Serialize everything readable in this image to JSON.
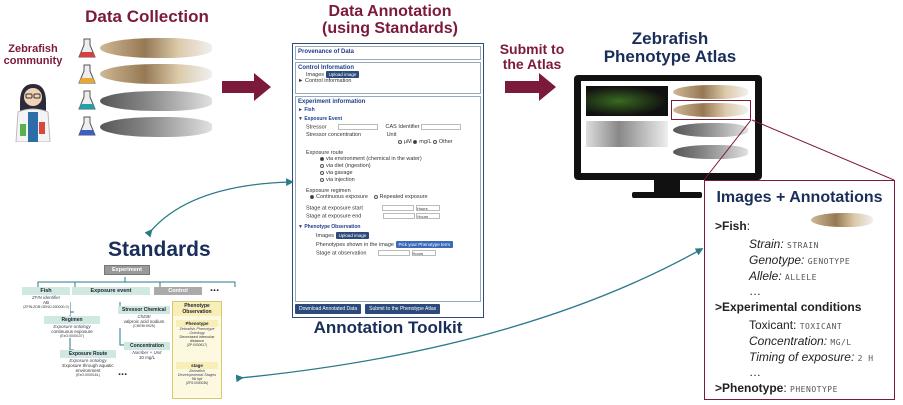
{
  "titles": {
    "data_collection": "Data Collection",
    "data_annotation_line1": "Data Annotation",
    "data_annotation_line2": "(using Standards)",
    "submit_line1": "Submit to",
    "submit_line2": "the Atlas",
    "atlas_line1": "Zebrafish",
    "atlas_line2": "Phenotype Atlas",
    "community_line1": "Zebrafish",
    "community_line2": "community",
    "standards": "Standards",
    "annotation_toolkit": "Annotation Toolkit",
    "images_annotations": "Images + Annotations"
  },
  "toolkit": {
    "provenance": "Provenance of Data",
    "control_info": "Control Information",
    "images_label": "Images",
    "upload_image": "Upload image",
    "control_info_toggle": "Control information",
    "experiment_info": "Experiment information",
    "fish": "Fish",
    "exposure_event": "Exposure Event",
    "stressor": "Stressor",
    "cas_identifier": "CAS Identifier",
    "stressor_concentration": "Stressor concentration",
    "unit": "Unit",
    "unit_options": [
      "μM",
      "mg/L",
      "Other"
    ],
    "exposure_route": "Exposure route",
    "routes": [
      "via environment (chemical in the water)",
      "via diet (ingestion)",
      "via gavage",
      "via injection"
    ],
    "exposure_regimen": "Exposure regimen",
    "regimens": [
      "Continuous exposure",
      "Repeated exposure"
    ],
    "stage_start": "Stage at exposure start",
    "stage_end": "Stage at exposure end",
    "hours": "Hours",
    "phenotype_observation": "Phenotype Observation",
    "upload_image2": "Upload image",
    "phenotypes_shown": "Phenotypes shown in the image",
    "pick_term": "Pick your Phenotype term",
    "stage_observation": "Stage at observation",
    "download_btn": "Download Annotated Data",
    "submit_btn": "Submit to the Phenotype Atlas"
  },
  "standards_tree": {
    "root": "Experiment",
    "fish": {
      "head": "Fish",
      "l1": "ZFIN identifier",
      "l2": "AB",
      "l3": "(ZFIN:ZDB-GENO-000000-0)"
    },
    "exposure_event": "Exposure event",
    "control": "Control",
    "ellipsis": "...",
    "regimen": {
      "head": "Regimen",
      "l1": "Exposure ontology",
      "l2": "continuous exposure",
      "l3": "(ExO:0000107)"
    },
    "exposure_route": {
      "head": "Exposure Route",
      "l1": "Exposure ontology",
      "l2": "Exposure through aquatic environment",
      "l3": "(ExO:0000161)"
    },
    "stressor": {
      "head": "Stressor Chemical",
      "l1": "ChEBI",
      "l2": "valproic acid sodium",
      "l3": "(CHEBI:9925)"
    },
    "concentration": {
      "head": "Concentration",
      "l1": "Number + Unit",
      "l2": "10 mg/L"
    },
    "phenotype_obs": "Phenotype Observation",
    "phenotype": {
      "head": "Phenotype",
      "l1": "Zebrafish Phenotype Ontology",
      "l2": "Decreased intercular distance",
      "l3": "(ZP:0000617)"
    },
    "stage": {
      "head": "stage",
      "l1": "Zebrafish Developmental Stages",
      "l2": "96 hpf",
      "l3": "(ZFS:0000036)"
    }
  },
  "annotations": {
    "fish": ">Fish",
    "colon": ":",
    "strain_label": "Strain:",
    "strain_value": "STRAIN",
    "genotype_label": "Genotype:",
    "genotype_value": "GENOTYPE",
    "allele_label": "Allele:",
    "allele_value": "ALLELE",
    "ellipsis": "…",
    "exp_conditions": ">Experimental conditions",
    "toxicant_label": "Toxicant:",
    "toxicant_value": "TOXICANT",
    "concentration_label": "Concentration:",
    "concentration_value": "MG/L",
    "timing_label": "Timing of exposure:",
    "timing_value": "2 H",
    "phenotype_label": ">Phenotype",
    "phenotype_value": "PHENOTYPE"
  },
  "colors": {
    "maroon": "#7b1a3a",
    "navy": "#1a2e5a",
    "teal": "#2a7a8a",
    "panel_blue": "#2c4a7a"
  }
}
